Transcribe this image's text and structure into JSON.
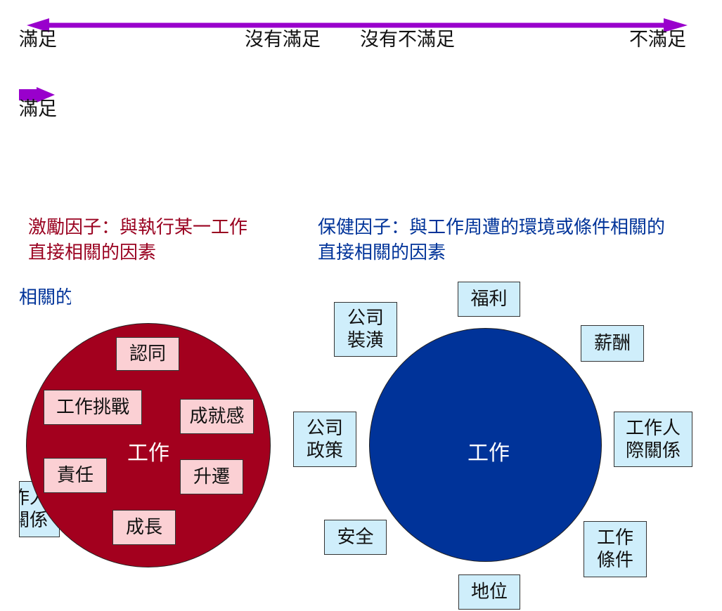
{
  "scale": {
    "arrow_color": "#9900cc",
    "labels": [
      "滿足",
      "沒有滿足",
      "沒有不滿足",
      "不滿足"
    ],
    "small_label": "滿足"
  },
  "motivators": {
    "heading": [
      "激勵因子：與執行某一工作",
      "直接相關的因素"
    ],
    "color": "#99001f",
    "center": "工作",
    "items": [
      "認同",
      "工作挑戰",
      "成就感",
      "責任",
      "升遷",
      "成長"
    ]
  },
  "hygiene": {
    "heading": [
      "保健因子：與工作周遭的環境或條件相關的",
      "直接相關的因素"
    ],
    "color": "#003399",
    "center": "工作",
    "items": [
      [
        "公司",
        "裝潢"
      ],
      [
        "福利"
      ],
      [
        "薪酬"
      ],
      [
        "公司",
        "政策"
      ],
      [
        "工作人",
        "際關係"
      ],
      [
        "安全"
      ],
      [
        "工作",
        "條件"
      ],
      [
        "地位"
      ]
    ]
  },
  "fragments": {
    "heading_piece": "相關的",
    "box_piece": [
      "作人",
      "關係"
    ]
  }
}
